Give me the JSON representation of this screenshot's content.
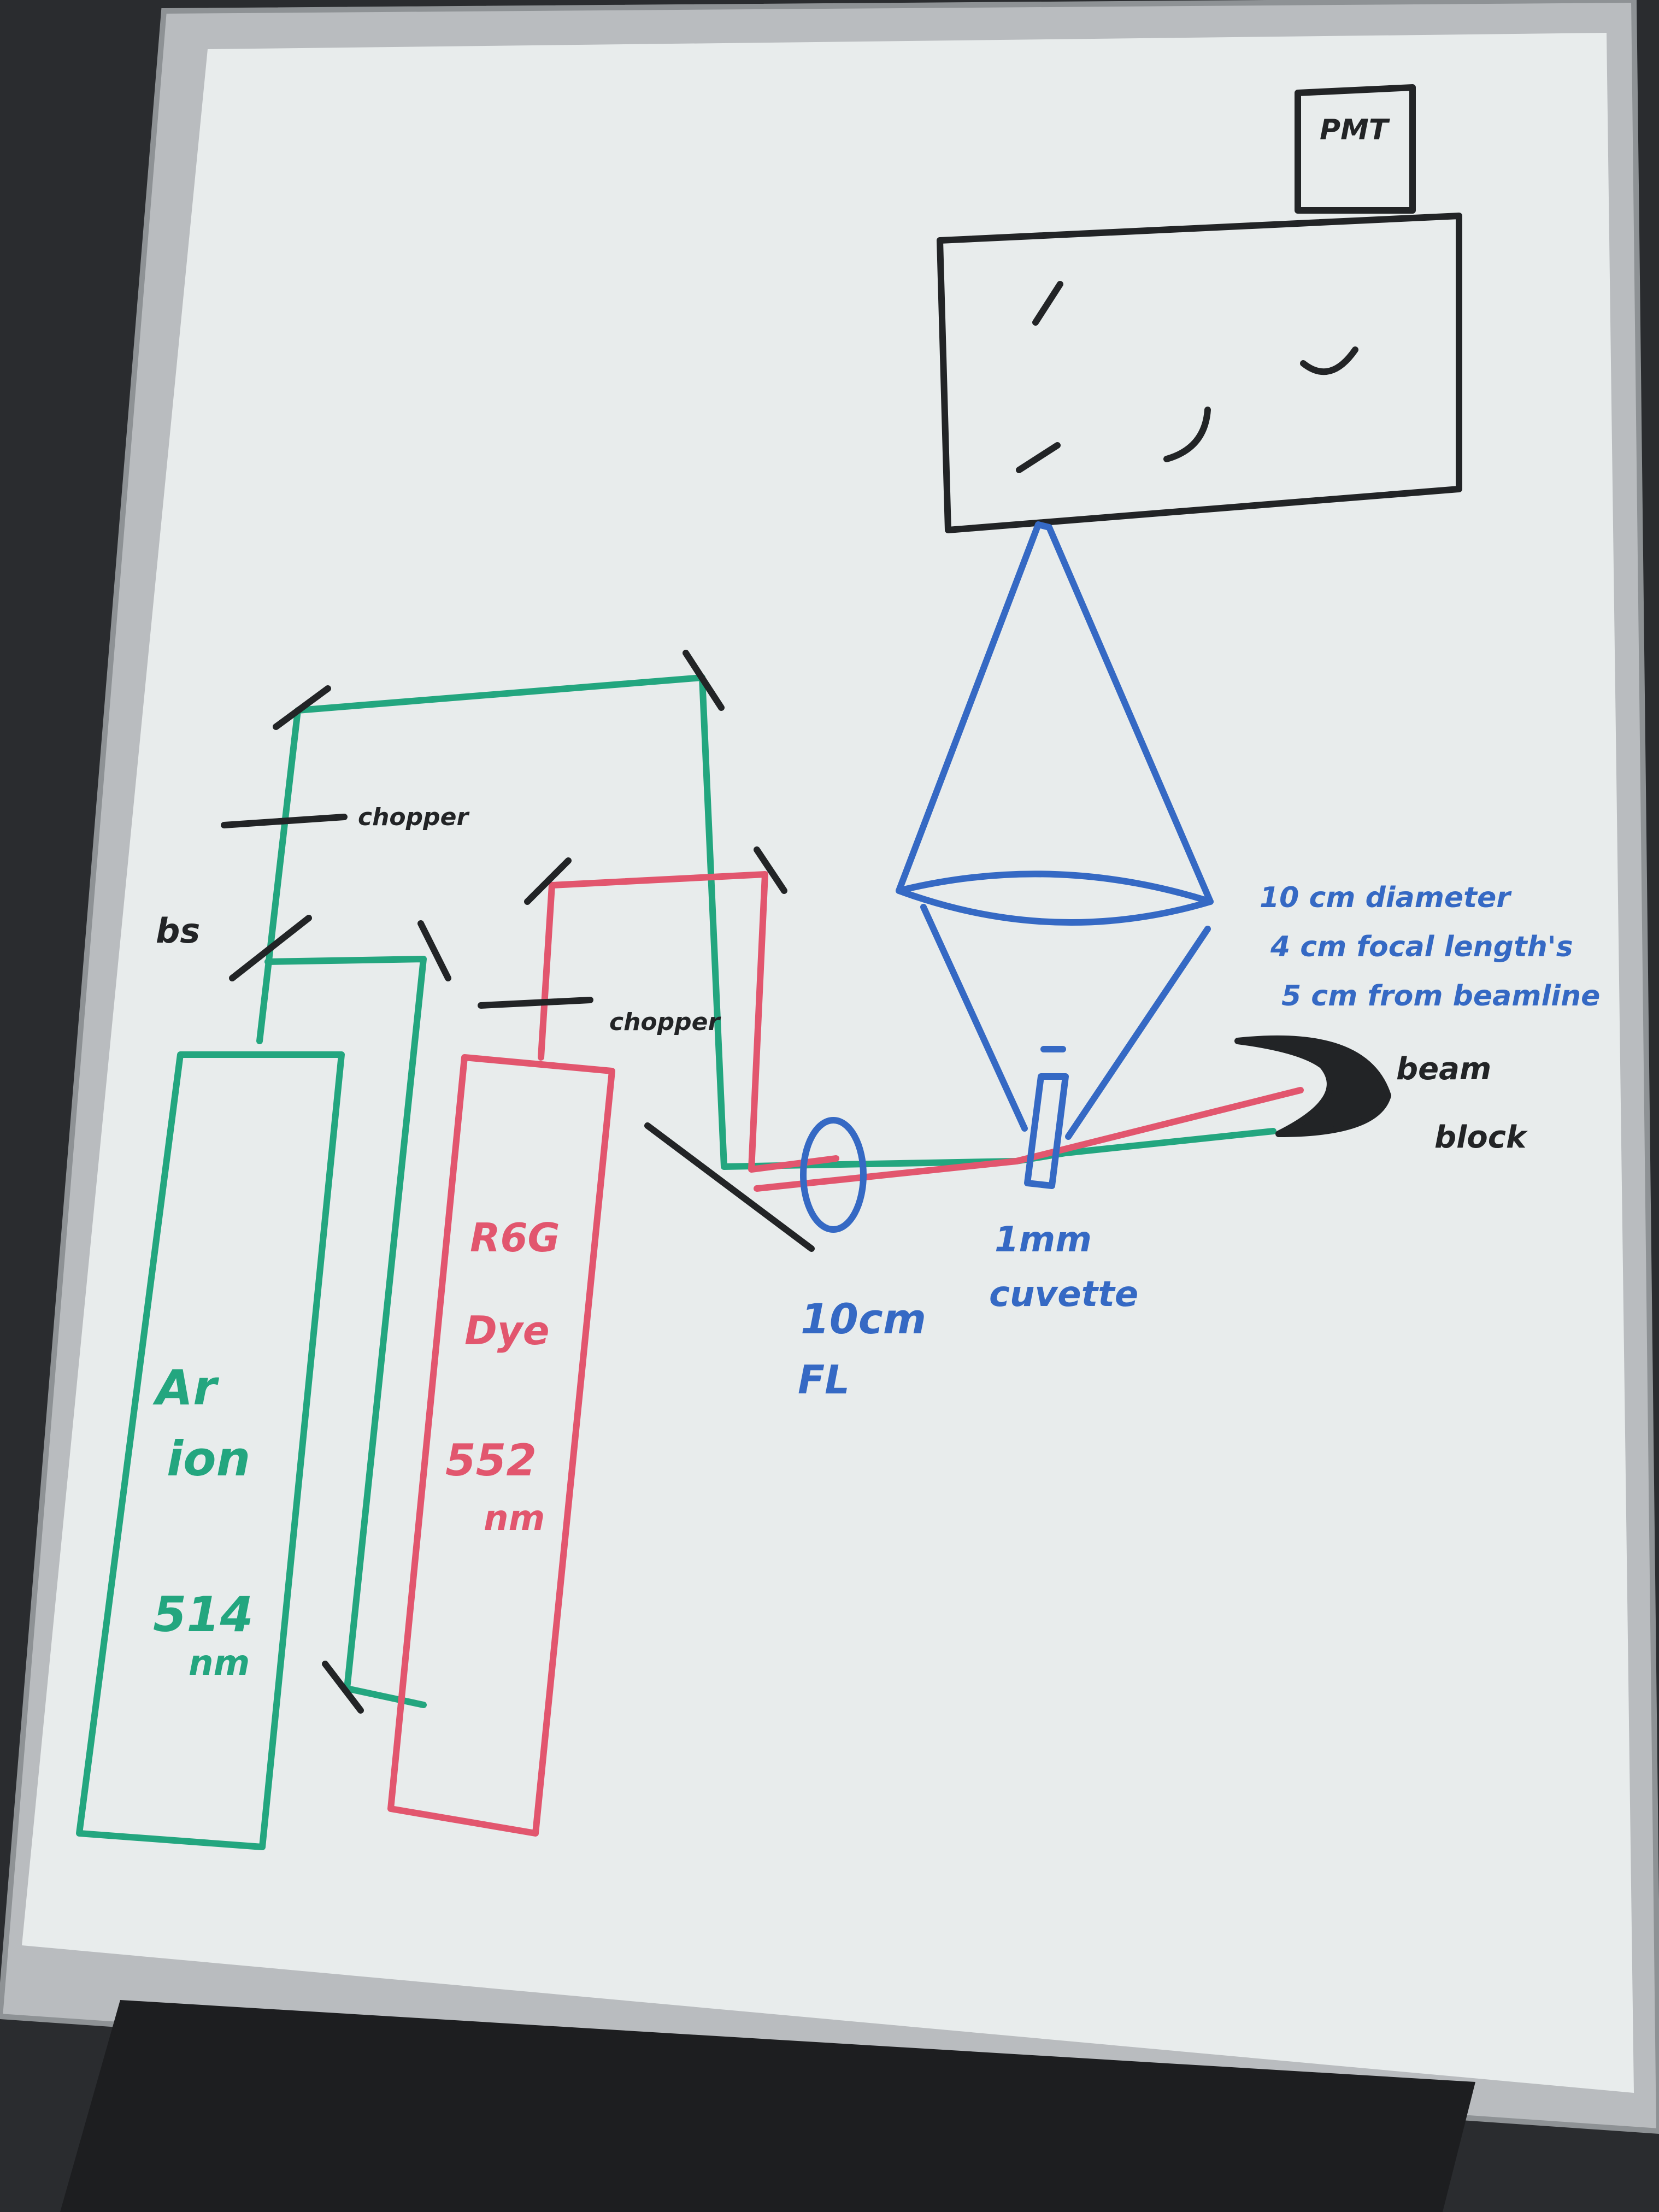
{
  "colors": {
    "background": "#2a2c2f",
    "frame": "#b9bcbf",
    "board": "#e8ecec",
    "tray": "#1d1e20",
    "green_marker": "#23a67f",
    "red_marker": "#e2566e",
    "blue_marker": "#3569c4",
    "black_marker": "#222426"
  },
  "labels": {
    "pmt": "PMT",
    "beamsplitter": "bs",
    "chopper_1": "chopper",
    "chopper_2": "chopper",
    "argon_line1": "Ar",
    "argon_line2": "ion",
    "argon_wl": "514",
    "argon_unit": "nm",
    "dye_line1": "R6G",
    "dye_line2": "Dye",
    "dye_wl": "552",
    "dye_unit": "nm",
    "lens_focal": "10cm",
    "lens_fl": "FL",
    "cuvette_line1": "1mm",
    "cuvette_line2": "cuvette",
    "collection_line1": "10 cm diameter",
    "collection_line2": "4 cm focal length's",
    "collection_line3": "5 cm from beamline",
    "beam_block_line1": "beam",
    "beam_block_line2": "block"
  }
}
